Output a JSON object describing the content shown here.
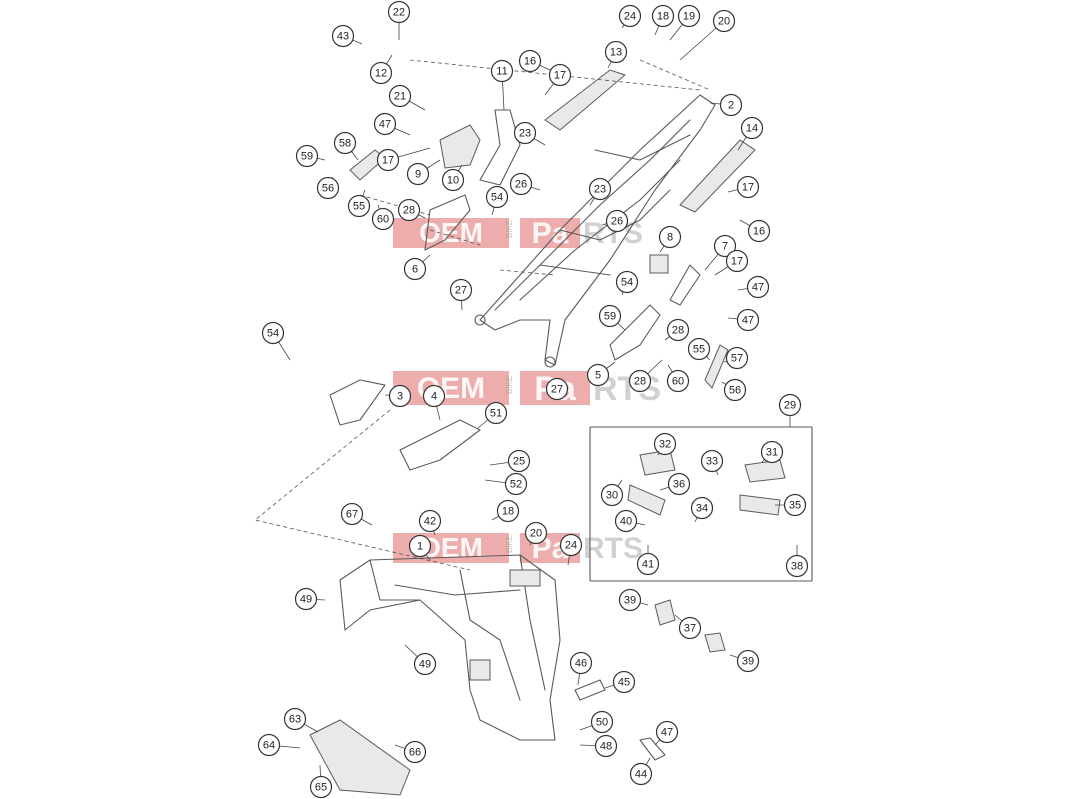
{
  "watermark": {
    "part1": "OEM",
    "part2": "BIKE",
    "part3": "Pa",
    "part4": "RTS"
  },
  "callouts": [
    {
      "id": "c43",
      "label": "43"
    },
    {
      "id": "c22",
      "label": "22"
    },
    {
      "id": "c12",
      "label": "12"
    },
    {
      "id": "c24a",
      "label": "24"
    },
    {
      "id": "c18a",
      "label": "18"
    },
    {
      "id": "c19",
      "label": "19"
    },
    {
      "id": "c20a",
      "label": "20"
    },
    {
      "id": "c16a",
      "label": "16"
    },
    {
      "id": "c13",
      "label": "13"
    },
    {
      "id": "c11",
      "label": "11"
    },
    {
      "id": "c17a",
      "label": "17"
    },
    {
      "id": "c2",
      "label": "2"
    },
    {
      "id": "c21",
      "label": "21"
    },
    {
      "id": "c47a",
      "label": "47"
    },
    {
      "id": "c23a",
      "label": "23"
    },
    {
      "id": "c14",
      "label": "14"
    },
    {
      "id": "c58",
      "label": "58"
    },
    {
      "id": "c59a",
      "label": "59"
    },
    {
      "id": "c17b",
      "label": "17"
    },
    {
      "id": "c9",
      "label": "9"
    },
    {
      "id": "c10",
      "label": "10"
    },
    {
      "id": "c26a",
      "label": "26"
    },
    {
      "id": "c23b",
      "label": "23"
    },
    {
      "id": "c17c",
      "label": "17"
    },
    {
      "id": "c56a",
      "label": "56"
    },
    {
      "id": "c55a",
      "label": "55"
    },
    {
      "id": "c60a",
      "label": "60"
    },
    {
      "id": "c28a",
      "label": "28"
    },
    {
      "id": "c54a",
      "label": "54"
    },
    {
      "id": "c26b",
      "label": "26"
    },
    {
      "id": "c16b",
      "label": "16"
    },
    {
      "id": "c8",
      "label": "8"
    },
    {
      "id": "c7",
      "label": "7"
    },
    {
      "id": "c6",
      "label": "6"
    },
    {
      "id": "c17d",
      "label": "17"
    },
    {
      "id": "c54b",
      "label": "54"
    },
    {
      "id": "c47b",
      "label": "47"
    },
    {
      "id": "c27a",
      "label": "27"
    },
    {
      "id": "c47c",
      "label": "47"
    },
    {
      "id": "c59b",
      "label": "59"
    },
    {
      "id": "c28b",
      "label": "28"
    },
    {
      "id": "c54c",
      "label": "54"
    },
    {
      "id": "c55b",
      "label": "55"
    },
    {
      "id": "c57",
      "label": "57"
    },
    {
      "id": "c5",
      "label": "5"
    },
    {
      "id": "c27b",
      "label": "27"
    },
    {
      "id": "c28c",
      "label": "28"
    },
    {
      "id": "c60b",
      "label": "60"
    },
    {
      "id": "c56b",
      "label": "56"
    },
    {
      "id": "c3",
      "label": "3"
    },
    {
      "id": "c4",
      "label": "4"
    },
    {
      "id": "c29",
      "label": "29"
    },
    {
      "id": "c51",
      "label": "51"
    },
    {
      "id": "c32",
      "label": "32"
    },
    {
      "id": "c31",
      "label": "31"
    },
    {
      "id": "c25",
      "label": "25"
    },
    {
      "id": "c33",
      "label": "33"
    },
    {
      "id": "c52",
      "label": "52"
    },
    {
      "id": "c30",
      "label": "30"
    },
    {
      "id": "c36",
      "label": "36"
    },
    {
      "id": "c35",
      "label": "35"
    },
    {
      "id": "c34",
      "label": "34"
    },
    {
      "id": "c18b",
      "label": "18"
    },
    {
      "id": "c67",
      "label": "67"
    },
    {
      "id": "c42",
      "label": "42"
    },
    {
      "id": "c40",
      "label": "40"
    },
    {
      "id": "c20b",
      "label": "20"
    },
    {
      "id": "c1",
      "label": "1"
    },
    {
      "id": "c24b",
      "label": "24"
    },
    {
      "id": "c41",
      "label": "41"
    },
    {
      "id": "c38",
      "label": "38"
    },
    {
      "id": "c49a",
      "label": "49"
    },
    {
      "id": "c39a",
      "label": "39"
    },
    {
      "id": "c37",
      "label": "37"
    },
    {
      "id": "c39b",
      "label": "39"
    },
    {
      "id": "c49b",
      "label": "49"
    },
    {
      "id": "c46",
      "label": "46"
    },
    {
      "id": "c45",
      "label": "45"
    },
    {
      "id": "c63",
      "label": "63"
    },
    {
      "id": "c50",
      "label": "50"
    },
    {
      "id": "c47d",
      "label": "47"
    },
    {
      "id": "c64",
      "label": "64"
    },
    {
      "id": "c66",
      "label": "66"
    },
    {
      "id": "c48",
      "label": "48"
    },
    {
      "id": "c65",
      "label": "65"
    },
    {
      "id": "c44",
      "label": "44"
    }
  ]
}
